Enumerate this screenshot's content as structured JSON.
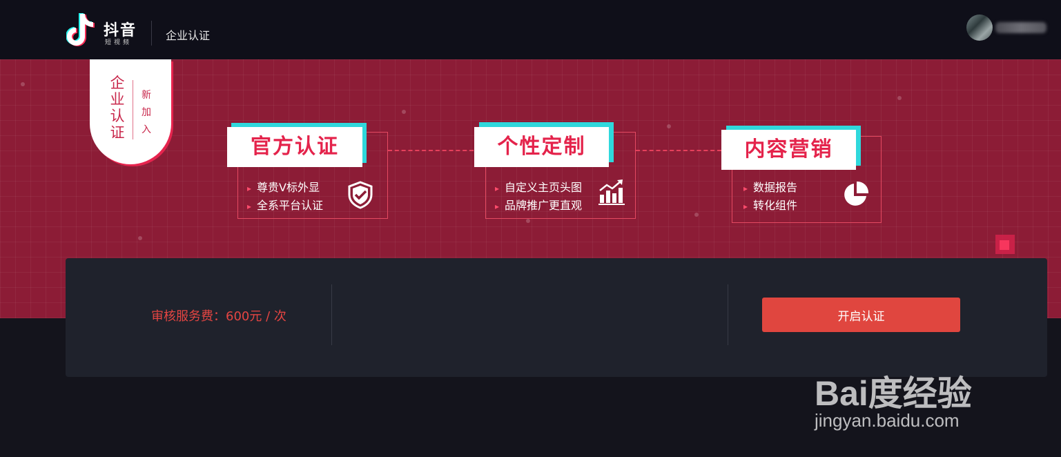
{
  "header": {
    "logo_text": "抖音",
    "logo_subtext": "短视频",
    "page_title": "企业认证"
  },
  "banner": {
    "badge_main": "企业认证",
    "badge_sub": "新加入",
    "features": [
      {
        "title": "官方认证",
        "items": [
          "尊贵V标外显",
          "全系平台认证"
        ],
        "icon": "shield-check-icon"
      },
      {
        "title": "个性定制",
        "items": [
          "自定义主页头图",
          "品牌推广更直观"
        ],
        "icon": "bar-chart-up-icon"
      },
      {
        "title": "内容营销",
        "items": [
          "数据报告",
          "转化组件"
        ],
        "icon": "pie-chart-icon"
      }
    ]
  },
  "panel": {
    "fee_text": "审核服务费：600元 / 次",
    "start_button": "开启认证"
  },
  "watermark": {
    "brand": "Bai度经验",
    "url": "jingyan.baidu.com"
  },
  "colors": {
    "header_bg": "#0f0f19",
    "banner_bg": "#8c1c36",
    "accent_red": "#e4234b",
    "accent_cyan": "#2fd8dc",
    "button_red": "#e0463f",
    "panel_bg": "#1f222c"
  }
}
